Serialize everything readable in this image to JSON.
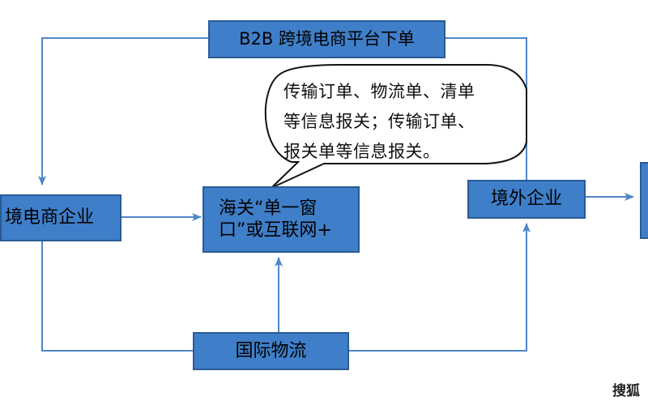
{
  "diagram": {
    "top_box": "B2B 跨境电商平台下单",
    "left_box": "境电商企业",
    "customs_box_line1": "海关“单一窗",
    "customs_box_line2": "口”或互联网+",
    "overseas_box": "境外企业",
    "logistics_box": "国际物流",
    "callout_lines": [
      "传输订单、物流单、清单",
      "等信息报关；传输订单、",
      "报关单等信息报关。"
    ]
  },
  "colors": {
    "box_fill": "#3f7fc9",
    "box_border": "#2a5a94",
    "connector": "#4f86c6"
  },
  "watermark": "搜狐"
}
